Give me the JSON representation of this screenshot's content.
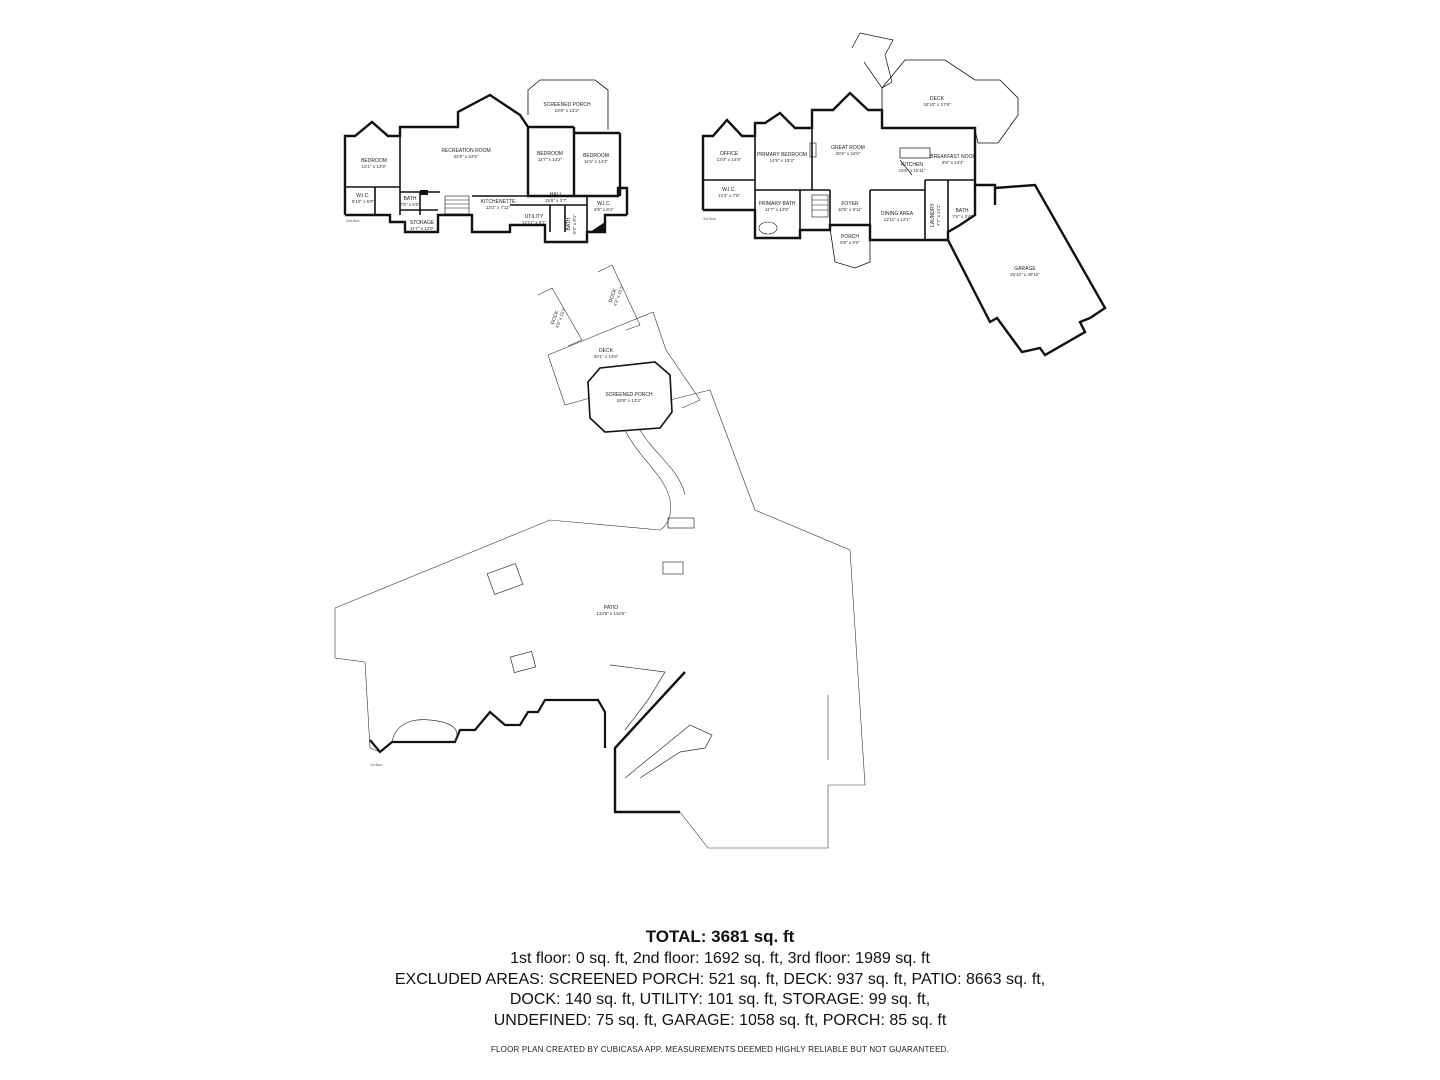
{
  "floors": [
    {
      "id": "lower-level",
      "floor_label": "2nd floor",
      "rooms": [
        {
          "name": "SCREENED PORCH",
          "dims": "19'8\" x 13'2\""
        },
        {
          "name": "RECREATION ROOM",
          "dims": "32'8\" x 24'5\""
        },
        {
          "name": "BEDROOM",
          "dims": "13'1\" x 12'9\""
        },
        {
          "name": "BEDROOM",
          "dims": "11'7\" x 14'2\""
        },
        {
          "name": "BEDROOM",
          "dims": "11'5\" x 14'4\""
        },
        {
          "name": "W.I.C.",
          "dims": "8'10\" x 6'0\""
        },
        {
          "name": "BATH",
          "dims": "7'6\" x 6'0\""
        },
        {
          "name": "STORAGE",
          "dims": "11'7\" x 12'0\""
        },
        {
          "name": "KITCHENETTE",
          "dims": "13'3\" x 7'11\""
        },
        {
          "name": "HALL",
          "dims": "15'8\" x 3'7\""
        },
        {
          "name": "UTILITY",
          "dims": "12'11\" x 8'1\""
        },
        {
          "name": "BATH",
          "dims": "8'3\" x 8'1\""
        },
        {
          "name": "W.I.C.",
          "dims": "8'5\" x 8'1\""
        }
      ]
    },
    {
      "id": "main-level",
      "floor_label": "3rd floor",
      "rooms": [
        {
          "name": "DECK",
          "dims": "34'10\" x 17'8\""
        },
        {
          "name": "OFFICE",
          "dims": "13'0\" x 14'8\""
        },
        {
          "name": "PRIMARY BEDROOM",
          "dims": "14'5\" x 19'3\""
        },
        {
          "name": "GREAT ROOM",
          "dims": "20'6\" x 24'5\""
        },
        {
          "name": "KITCHEN",
          "dims": "15'6\" x 15'11\""
        },
        {
          "name": "BREAKFAST NOOK",
          "dims": "9'6\" x 14'4\""
        },
        {
          "name": "W.I.C.",
          "dims": "14'4\" x 7'8\""
        },
        {
          "name": "PRIMARY BATH",
          "dims": "11'7\" x 12'0\""
        },
        {
          "name": "FOYER",
          "dims": "10'5\" x 8'11\""
        },
        {
          "name": "DINING AREA",
          "dims": "12'11\" x 12'1\""
        },
        {
          "name": "LAUNDRY",
          "dims": "7'7\" x 12'1\""
        },
        {
          "name": "BATH",
          "dims": "7'6\" x 4'4\""
        },
        {
          "name": "PORCH",
          "dims": "9'8\" x 5'0\""
        },
        {
          "name": "GARAGE",
          "dims": "25'10\" x 40'10\""
        }
      ]
    },
    {
      "id": "site",
      "floor_label": "1st floor",
      "rooms": [
        {
          "name": "DOCK",
          "dims": "4'9\" x 15'1\""
        },
        {
          "name": "DOCK",
          "dims": "4'3\" x 15'1\""
        },
        {
          "name": "DECK",
          "dims": "30'1\" x 13'9\""
        },
        {
          "name": "SCREENED PORCH",
          "dims": "18'8\" x 13'3\""
        },
        {
          "name": "PATIO",
          "dims": "134'5\" x 116'5\""
        }
      ]
    }
  ],
  "summary": {
    "total": "TOTAL: 3681 sq. ft",
    "lines": [
      "1st floor: 0 sq. ft, 2nd floor: 1692 sq. ft, 3rd floor: 1989 sq. ft",
      "EXCLUDED AREAS: SCREENED PORCH: 521 sq. ft, DECK: 937 sq. ft, PATIO: 8663 sq. ft,",
      "DOCK: 140 sq. ft, UTILITY: 101 sq. ft, STORAGE: 99 sq. ft,",
      "UNDEFINED: 75 sq. ft, GARAGE: 1058 sq. ft, PORCH: 85 sq. ft"
    ]
  },
  "footer": "FLOOR PLAN CREATED BY CUBICASA APP. MEASUREMENTS DEEMED HIGHLY RELIABLE BUT NOT GUARANTEED."
}
